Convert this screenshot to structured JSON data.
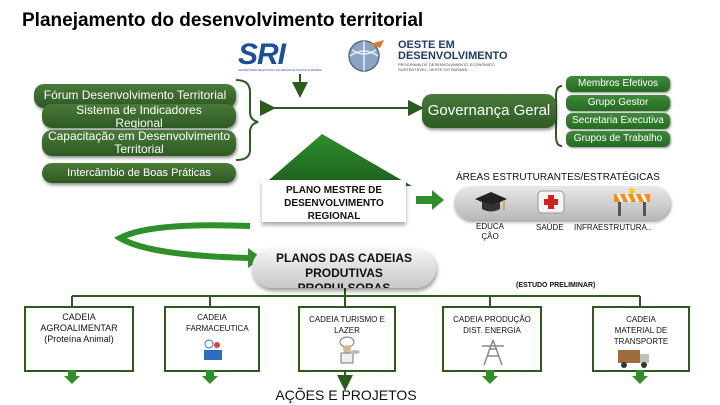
{
  "title": "Planejamento do desenvolvimento territorial",
  "logos": {
    "sri_text": "SRI",
    "sri_sub": "SECRETARIA DE ESTADO DE REGIONALIZAÇÃO E DESENVOLVIMENTO",
    "oeste_line1": "OESTE EM",
    "oeste_line2": "DESENVOLVIMENTO",
    "oeste_sub1": "PROGRAMA DE DESENVOLVIMENTO ECONÔMICO",
    "oeste_sub2": "SUSTENTÁVEL, OESTE DO PARANÁ"
  },
  "left_items": [
    "Fórum Desenvolvimento Territorial",
    "Sistema de Indicadores Regional",
    "Capacitação em Desenvolvimento Territorial",
    "Intercâmbio de Boas Práticas"
  ],
  "governanca": "Governança Geral",
  "right_buttons": [
    "Membros Efetivos",
    "Grupo Gestor",
    "Secretaria Executiva",
    "Grupos de Trabalho"
  ],
  "plano_mestre": "PLANO MESTRE DE DESENVOLVIMENTO REGIONAL",
  "areas_title": "ÁREAS ESTRUTURANTES/ESTRATÉGICAS",
  "areas_labels": [
    "EDUCAÇÃO",
    "SAÚDE",
    "INFRAESTRUTURA.."
  ],
  "planos_cadeias": "PLANOS DAS CADEIAS PRODUTIVAS PROPULSORAS",
  "estudo": "(ESTUDO PRELIMINAR)",
  "cadeias": [
    "CADEIA AGROALIMENTAR (Proteína Animal)",
    "CADEIA FARMACEUTICA",
    "CADEIA TURISMO E LAZER",
    "CADEIA PRODUÇÃO DIST. ENERGIA",
    "CADEIA MATERIAL DE TRANSPORTE"
  ],
  "acoes": "AÇÕES E PROJETOS",
  "colors": {
    "dark_green": "#2b5c1e",
    "pill_green": "#3b6b2e",
    "arrow_green": "#2f8f2a",
    "blue_brand": "#1b4f9c",
    "orange_brand": "#e07a1e"
  }
}
